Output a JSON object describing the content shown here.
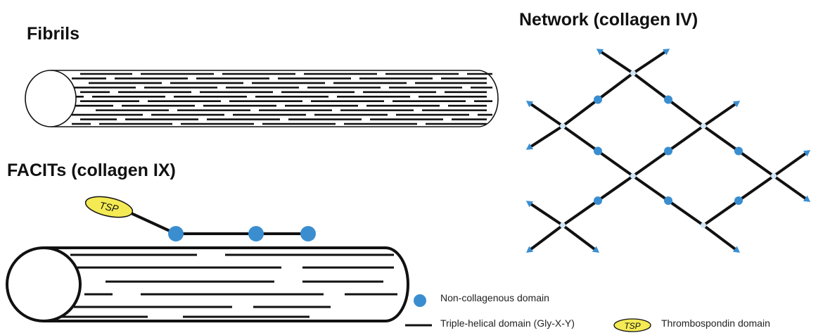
{
  "titles": {
    "fibrils": "Fibrils",
    "facits": "FACITs (collagen IX)",
    "network": "Network (collagen IV)"
  },
  "tsp_label": "TSP",
  "legend": {
    "non_collagenous": "Non-collagenous domain",
    "triple_helical": "Triple-helical domain (Gly-X-Y)",
    "tsp_badge": "TSP",
    "thrombospondin": "Thrombospondin domain"
  },
  "colors": {
    "line": "#111111",
    "domain": "#3a8ed0",
    "node": "#cfe6f7",
    "tsp_fill": "#f4ea54"
  }
}
